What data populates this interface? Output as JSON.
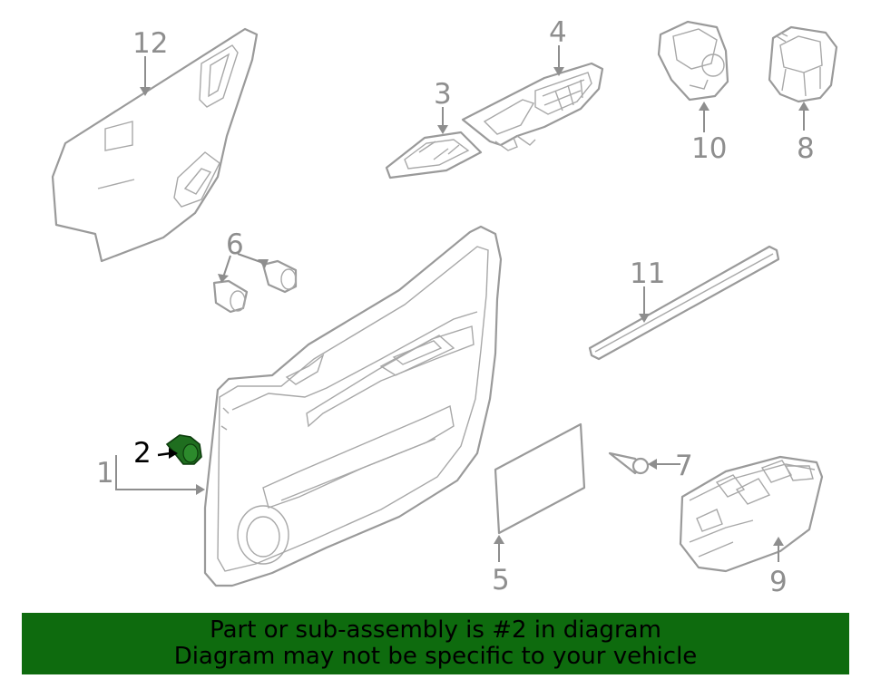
{
  "diagram": {
    "callouts": [
      "1",
      "2",
      "3",
      "4",
      "5",
      "6",
      "7",
      "8",
      "9",
      "10",
      "11",
      "12"
    ],
    "highlight_color": "#1f6e1f",
    "line_color": "#9a9a9a"
  },
  "banner": {
    "line1": "Part or sub-assembly is #2 in diagram",
    "line2": "Diagram may not be specific to your vehicle",
    "background": "#0e6b0e"
  }
}
